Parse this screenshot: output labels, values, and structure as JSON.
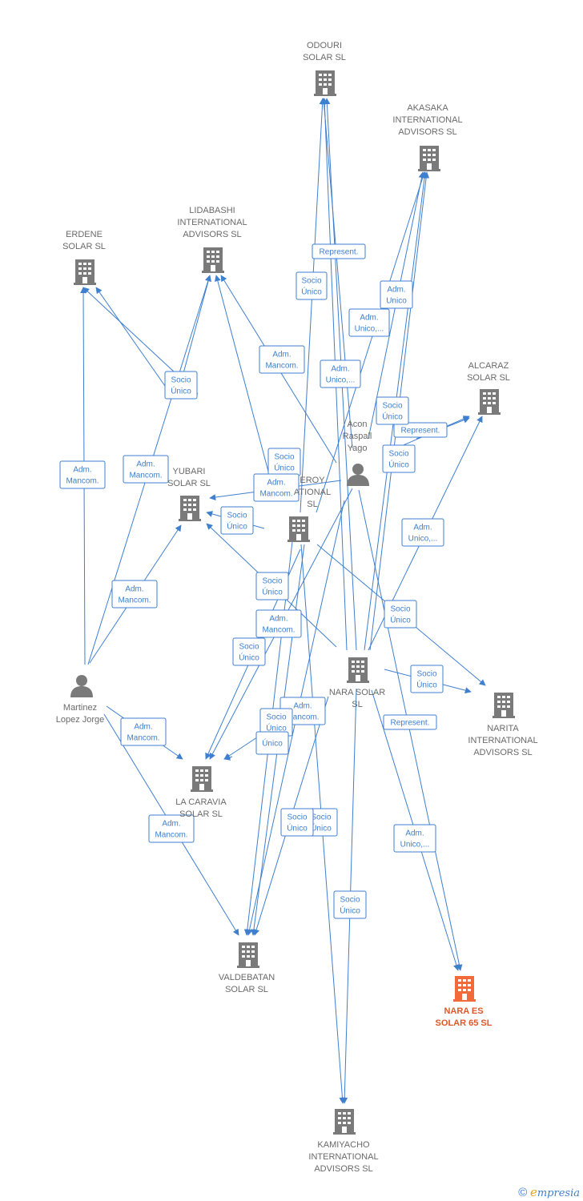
{
  "colors": {
    "edge": "#3f7fd0",
    "node": "#7a7a7a",
    "highlight": "#f26a3a"
  },
  "nodes": [
    {
      "id": "odouri",
      "type": "company",
      "label": [
        "ODOURI",
        "SOLAR  SL"
      ]
    },
    {
      "id": "akasaka",
      "type": "company",
      "label": [
        "AKASAKA",
        "INTERNATIONAL",
        "ADVISORS  SL"
      ]
    },
    {
      "id": "lidabashi",
      "type": "company",
      "label": [
        "LIDABASHI",
        "INTERNATIONAL",
        "ADVISORS  SL"
      ]
    },
    {
      "id": "erdene",
      "type": "company",
      "label": [
        "ERDENE",
        "SOLAR  SL"
      ]
    },
    {
      "id": "alcaraz",
      "type": "company",
      "label": [
        "ALCARAZ",
        "SOLAR SL"
      ]
    },
    {
      "id": "acon",
      "type": "person",
      "label": [
        "Acon",
        "Raspall",
        "Yago"
      ]
    },
    {
      "id": "yubari",
      "type": "company",
      "label": [
        "YUBARI",
        "SOLAR  SL"
      ]
    },
    {
      "id": "leroy",
      "type": "company",
      "label": [
        "EROY",
        "ATIONAL",
        "SL"
      ]
    },
    {
      "id": "martinez",
      "type": "person",
      "label": [
        "Martinez",
        "Lopez Jorge"
      ]
    },
    {
      "id": "nara",
      "type": "company",
      "label": [
        "NARA SOLAR",
        "SL"
      ]
    },
    {
      "id": "narita",
      "type": "company",
      "label": [
        "NARITA",
        "INTERNATIONAL",
        "ADVISORS  SL"
      ]
    },
    {
      "id": "lacaravia",
      "type": "company",
      "label": [
        "LA CARAVIA",
        "SOLAR  SL"
      ]
    },
    {
      "id": "valdebatan",
      "type": "company",
      "label": [
        "VALDEBATAN",
        "SOLAR  SL"
      ]
    },
    {
      "id": "naraes",
      "type": "company",
      "highlight": true,
      "label": [
        "NARA ES",
        "SOLAR 65  SL"
      ]
    },
    {
      "id": "kamiyacho",
      "type": "company",
      "label": [
        "KAMIYACHO",
        "INTERNATIONAL",
        "ADVISORS  SL"
      ]
    }
  ],
  "edge_labels": [
    [
      "Represent."
    ],
    [
      "Socio",
      "Único"
    ],
    [
      "Adm.",
      "Unico"
    ],
    [
      "Adm.",
      "Unico,..."
    ],
    [
      "Adm.",
      "Mancom."
    ],
    [
      "Adm.",
      "Unico,..."
    ],
    [
      "Socio",
      "Único"
    ],
    [
      "Represent."
    ],
    [
      "Socio",
      "Único"
    ],
    [
      "Socio",
      "Único"
    ],
    [
      "Adm.",
      "Mancom."
    ],
    [
      "Adm.",
      "Mancom."
    ],
    [
      "Socio",
      "Único"
    ],
    [
      "Adm.",
      "Mancom."
    ],
    [
      "Socio",
      "Único"
    ],
    [
      "Adm.",
      "Unico,..."
    ],
    [
      "Adm.",
      "Mancom."
    ],
    [
      "Socio",
      "Único"
    ],
    [
      "Socio",
      "Único"
    ],
    [
      "Adm.",
      "Mancom."
    ],
    [
      "Socio",
      "Único"
    ],
    [
      "Socio",
      "Único"
    ],
    [
      "Adm.",
      "Mancom."
    ],
    [
      "Adm.",
      "Mancom."
    ],
    [
      "Represent."
    ],
    [
      "Socio",
      "Único"
    ],
    [
      "Único"
    ],
    [
      "Adm.",
      "Mancom."
    ],
    [
      "Adm.",
      "Unico,..."
    ],
    [
      "Socio",
      "Único"
    ],
    [
      "Socio",
      "Único"
    ],
    [
      "Socio",
      "Único"
    ]
  ],
  "footer": {
    "copyright": "©",
    "brand_initial": "e",
    "brand_rest": "mpresia"
  }
}
